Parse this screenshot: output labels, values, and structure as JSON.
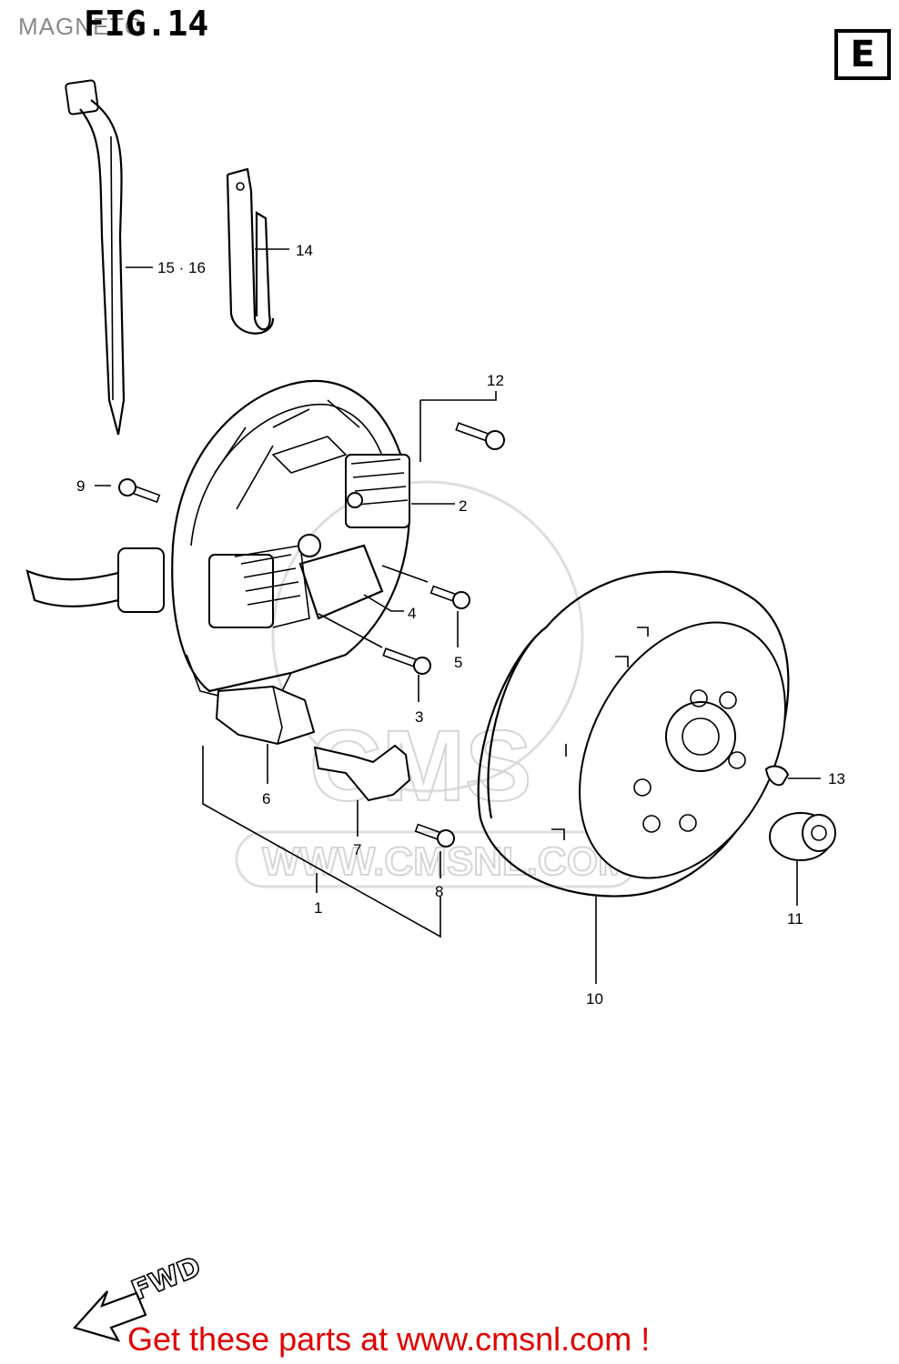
{
  "header": {
    "title": "MAGNETO",
    "figure": "FIG.14"
  },
  "section_mark": "E",
  "callouts": [
    {
      "id": "c1",
      "label": "1"
    },
    {
      "id": "c2",
      "label": "2"
    },
    {
      "id": "c3",
      "label": "3"
    },
    {
      "id": "c4",
      "label": "4"
    },
    {
      "id": "c5",
      "label": "5"
    },
    {
      "id": "c6",
      "label": "6"
    },
    {
      "id": "c7",
      "label": "7"
    },
    {
      "id": "c8",
      "label": "8"
    },
    {
      "id": "c9",
      "label": "9"
    },
    {
      "id": "c10",
      "label": "10"
    },
    {
      "id": "c11",
      "label": "11"
    },
    {
      "id": "c12",
      "label": "12"
    },
    {
      "id": "c13",
      "label": "13"
    },
    {
      "id": "c14",
      "label": "14"
    },
    {
      "id": "c1516",
      "label": "15 · 16"
    }
  ],
  "direction_label": "FWD",
  "watermark": {
    "brand": "CMS",
    "url": "WWW.CMSNL.COM"
  },
  "footer": {
    "text": "Get these parts at www.cmsnl.com !"
  }
}
